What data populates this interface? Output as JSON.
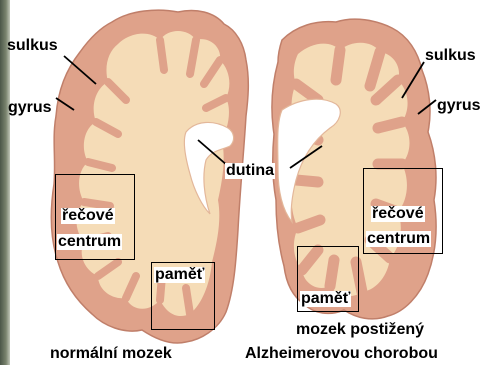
{
  "labels": {
    "left_sulcus": "sulkus",
    "left_gyrus": "gyrus",
    "right_sulcus": "sulkus",
    "right_gyrus": "gyrus",
    "cavity": "dutina",
    "left_speech_line1": "řečové",
    "left_speech_line2": "centrum",
    "right_speech_line1": "řečové",
    "right_speech_line2": "centrum",
    "left_memory": "paměť",
    "right_memory": "paměť"
  },
  "captions": {
    "normal": "normální mozek",
    "alz_line1": "mozek postižený",
    "alz_line2": "Alzheimerovou chorobou"
  },
  "colors": {
    "gray_matter": "#dfa28a",
    "white_matter": "#f5dcb7",
    "outline": "#c07f6a"
  }
}
